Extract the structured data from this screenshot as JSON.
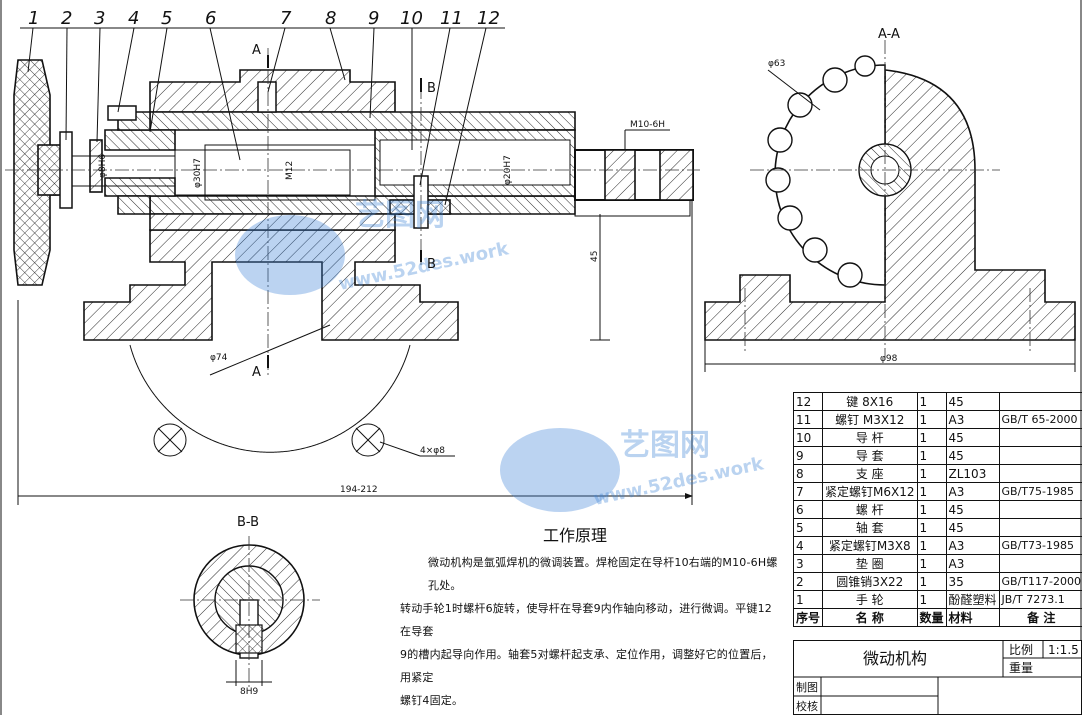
{
  "balloons": [
    "1",
    "2",
    "3",
    "4",
    "5",
    "6",
    "7",
    "8",
    "9",
    "10",
    "11",
    "12"
  ],
  "section_labels": {
    "a_top": "A",
    "a_bottom": "A",
    "b_top": "B",
    "b_bottom": "B",
    "view_aa": "A-A",
    "view_bb": "B-B"
  },
  "dimensions": {
    "thread": "M10-6H",
    "phi8h6": "φ8H6",
    "phi30h7": "φ30H7",
    "m12": "M12",
    "phi20h7": "φ20H7",
    "height45": "45",
    "phi74": "φ74",
    "holes": "4×φ8",
    "length": "194-212",
    "phi63": "φ63",
    "phi98": "φ98",
    "bb_tol": "8H9"
  },
  "principle": {
    "title": "工作原理",
    "lines": [
      "微动机构是氩弧焊机的微调装置。焊枪固定在导杆10右端的M10-6H螺孔处。",
      "转动手轮1时螺杆6旋转，使导杆在导套9内作轴向移动，进行微调。平键12在导套",
      "9的槽内起导向作用。轴套5对螺杆起支承、定位作用，调整好它的位置后，用紧定",
      "螺钉4固定。"
    ]
  },
  "bom": {
    "rows": [
      {
        "no": "12",
        "name": "键    8X16",
        "qty": "1",
        "material": "45",
        "note": ""
      },
      {
        "no": "11",
        "name": "螺钉  M3X12",
        "qty": "1",
        "material": "A3",
        "note": "GB/T 65-2000"
      },
      {
        "no": "10",
        "name": "导    杆",
        "qty": "1",
        "material": "45",
        "note": ""
      },
      {
        "no": "9",
        "name": "导    套",
        "qty": "1",
        "material": "45",
        "note": ""
      },
      {
        "no": "8",
        "name": "支    座",
        "qty": "1",
        "material": "ZL103",
        "note": ""
      },
      {
        "no": "7",
        "name": "紧定螺钉M6X12",
        "qty": "1",
        "material": "A3",
        "note": "GB/T75-1985"
      },
      {
        "no": "6",
        "name": "螺    杆",
        "qty": "1",
        "material": "45",
        "note": ""
      },
      {
        "no": "5",
        "name": "轴    套",
        "qty": "1",
        "material": "45",
        "note": ""
      },
      {
        "no": "4",
        "name": "紧定螺钉M3X8",
        "qty": "1",
        "material": "A3",
        "note": "GB/T73-1985"
      },
      {
        "no": "3",
        "name": "垫    圈",
        "qty": "1",
        "material": "A3",
        "note": ""
      },
      {
        "no": "2",
        "name": "圆锥销3X22",
        "qty": "1",
        "material": "35",
        "note": "GB/T117-2000"
      },
      {
        "no": "1",
        "name": "手    轮",
        "qty": "1",
        "material": "酚醛塑料",
        "note": "JB/T 7273.1"
      }
    ],
    "header": {
      "no": "序号",
      "name": "名    称",
      "qty": "数量",
      "material": "材料",
      "note": "备  注"
    }
  },
  "title_block": {
    "drawing_name": "微动机构",
    "scale_label": "比例",
    "scale_value": "1:1.5",
    "weight_label": "重量",
    "drawn_by_label": "制图",
    "checked_by_label": "校核"
  },
  "watermark": {
    "brand": "艺图网",
    "url": "www.52des.work"
  },
  "colors": {
    "line": "#111111",
    "watermark": "#3b82d6",
    "background": "#ffffff"
  }
}
